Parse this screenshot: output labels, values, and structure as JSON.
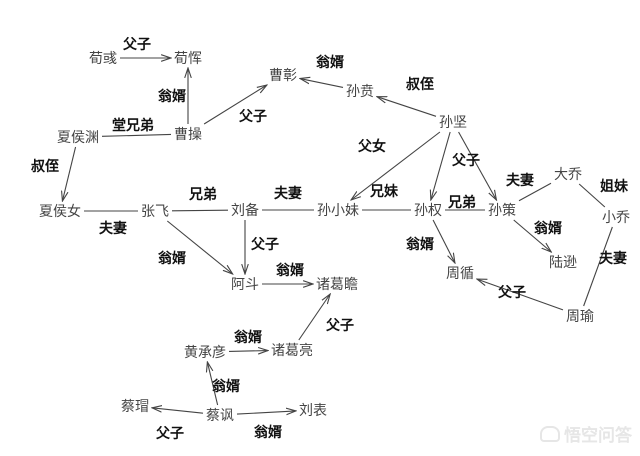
{
  "nodes": [
    {
      "id": "xunyu",
      "name": "荀彧"
    },
    {
      "id": "xunyun",
      "name": "荀恽"
    },
    {
      "id": "caozhang",
      "name": "曹彰"
    },
    {
      "id": "sunben",
      "name": "孙贲"
    },
    {
      "id": "xiahouyuan",
      "name": "夏侯渊"
    },
    {
      "id": "caocao",
      "name": "曹操"
    },
    {
      "id": "sunjian",
      "name": "孙坚"
    },
    {
      "id": "xiahounv",
      "name": "夏侯女"
    },
    {
      "id": "zhangfei",
      "name": "张飞"
    },
    {
      "id": "liubei",
      "name": "刘备"
    },
    {
      "id": "sunxiaomei",
      "name": "孙小妹"
    },
    {
      "id": "sunquan",
      "name": "孙权"
    },
    {
      "id": "sunce",
      "name": "孙策"
    },
    {
      "id": "daqiao",
      "name": "大乔"
    },
    {
      "id": "xiaoqiao",
      "name": "小乔"
    },
    {
      "id": "luxun",
      "name": "陆逊"
    },
    {
      "id": "zhouxun",
      "name": "周循"
    },
    {
      "id": "adou",
      "name": "阿斗"
    },
    {
      "id": "zhugezhan",
      "name": "诸葛瞻"
    },
    {
      "id": "zhouyu",
      "name": "周瑜"
    },
    {
      "id": "huangchengyan",
      "name": "黄承彦"
    },
    {
      "id": "zhugeliang",
      "name": "诸葛亮"
    },
    {
      "id": "caimao",
      "name": "蔡瑁"
    },
    {
      "id": "caifeng",
      "name": "蔡讽"
    },
    {
      "id": "liubiao",
      "name": "刘表"
    }
  ],
  "edges": [
    {
      "from": "xunyu",
      "to": "xunyun",
      "label": "父子",
      "directed": true
    },
    {
      "from": "caocao",
      "to": "xunyun",
      "label": "翁婿",
      "directed": true
    },
    {
      "from": "xiahouyuan",
      "to": "caocao",
      "label": "堂兄弟",
      "directed": false
    },
    {
      "from": "caocao",
      "to": "caozhang",
      "label": "父子",
      "directed": true
    },
    {
      "from": "sunben",
      "to": "caozhang",
      "label": "翁婿",
      "directed": true
    },
    {
      "from": "sunjian",
      "to": "sunben",
      "label": "叔侄",
      "directed": true
    },
    {
      "from": "xiahouyuan",
      "to": "xiahounv",
      "label": "叔侄",
      "directed": true
    },
    {
      "from": "sunjian",
      "to": "sunxiaomei",
      "label": "父女",
      "directed": true
    },
    {
      "from": "sunjian",
      "to": "sunquan",
      "label": "父子",
      "directed": true
    },
    {
      "from": "sunjian",
      "to": "sunce",
      "label": "",
      "directed": true
    },
    {
      "from": "xiahounv",
      "to": "zhangfei",
      "label": "夫妻",
      "directed": false
    },
    {
      "from": "zhangfei",
      "to": "liubei",
      "label": "兄弟",
      "directed": false
    },
    {
      "from": "liubei",
      "to": "sunxiaomei",
      "label": "夫妻",
      "directed": false
    },
    {
      "from": "sunxiaomei",
      "to": "sunquan",
      "label": "兄妹",
      "directed": false
    },
    {
      "from": "sunquan",
      "to": "sunce",
      "label": "兄弟",
      "directed": false
    },
    {
      "from": "sunce",
      "to": "daqiao",
      "label": "夫妻",
      "directed": false
    },
    {
      "from": "daqiao",
      "to": "xiaoqiao",
      "label": "姐妹",
      "directed": false
    },
    {
      "from": "zhangfei",
      "to": "adou",
      "label": "翁婿",
      "directed": true
    },
    {
      "from": "liubei",
      "to": "adou",
      "label": "父子",
      "directed": true
    },
    {
      "from": "sunquan",
      "to": "zhouxun",
      "label": "翁婿",
      "directed": true
    },
    {
      "from": "sunce",
      "to": "luxun",
      "label": "翁婿",
      "directed": true
    },
    {
      "from": "xiaoqiao",
      "to": "zhouyu",
      "label": "夫妻",
      "directed": false
    },
    {
      "from": "adou",
      "to": "zhugezhan",
      "label": "翁婿",
      "directed": true
    },
    {
      "from": "zhouyu",
      "to": "zhouxun",
      "label": "父子",
      "directed": true
    },
    {
      "from": "zhugeliang",
      "to": "zhugezhan",
      "label": "父子",
      "directed": true
    },
    {
      "from": "huangchengyan",
      "to": "zhugeliang",
      "label": "翁婿",
      "directed": true
    },
    {
      "from": "caifeng",
      "to": "huangchengyan",
      "label": "翁婿",
      "directed": true
    },
    {
      "from": "caifeng",
      "to": "caimao",
      "label": "父子",
      "directed": true
    },
    {
      "from": "caifeng",
      "to": "liubiao",
      "label": "翁婿",
      "directed": true
    }
  ],
  "watermark": "悟空问答",
  "colors": {
    "node_text": "#444444",
    "label_text": "#111111",
    "line": "#444444"
  }
}
